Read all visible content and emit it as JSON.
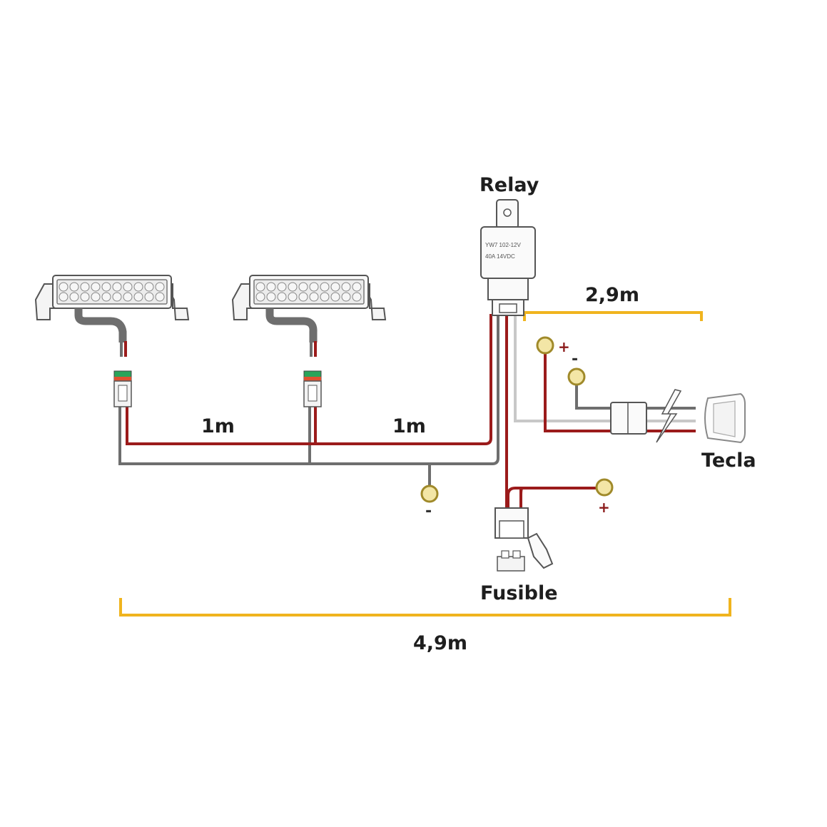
{
  "labels": {
    "relay": "Relay",
    "relay_model": "YW7 102-12V",
    "relay_rating": "40A  14VDC",
    "fuse": "Fusible",
    "switch": "Tecla",
    "segment_1": "1m",
    "segment_2": "1m",
    "switch_length": "2,9m",
    "total_length": "4,9m"
  },
  "terminals": {
    "positive_sign": "+",
    "negative_sign": "-"
  },
  "colors": {
    "positive_wire": "#9b1b1b",
    "ground_wire": "#6e6e6e",
    "signal_wire": "#c8c8c8",
    "dimension_line": "#f0b41e",
    "terminal_ring": "#a08a2a",
    "terminal_fill": "#f3e6a6",
    "label_text": "#1e1e1e"
  }
}
